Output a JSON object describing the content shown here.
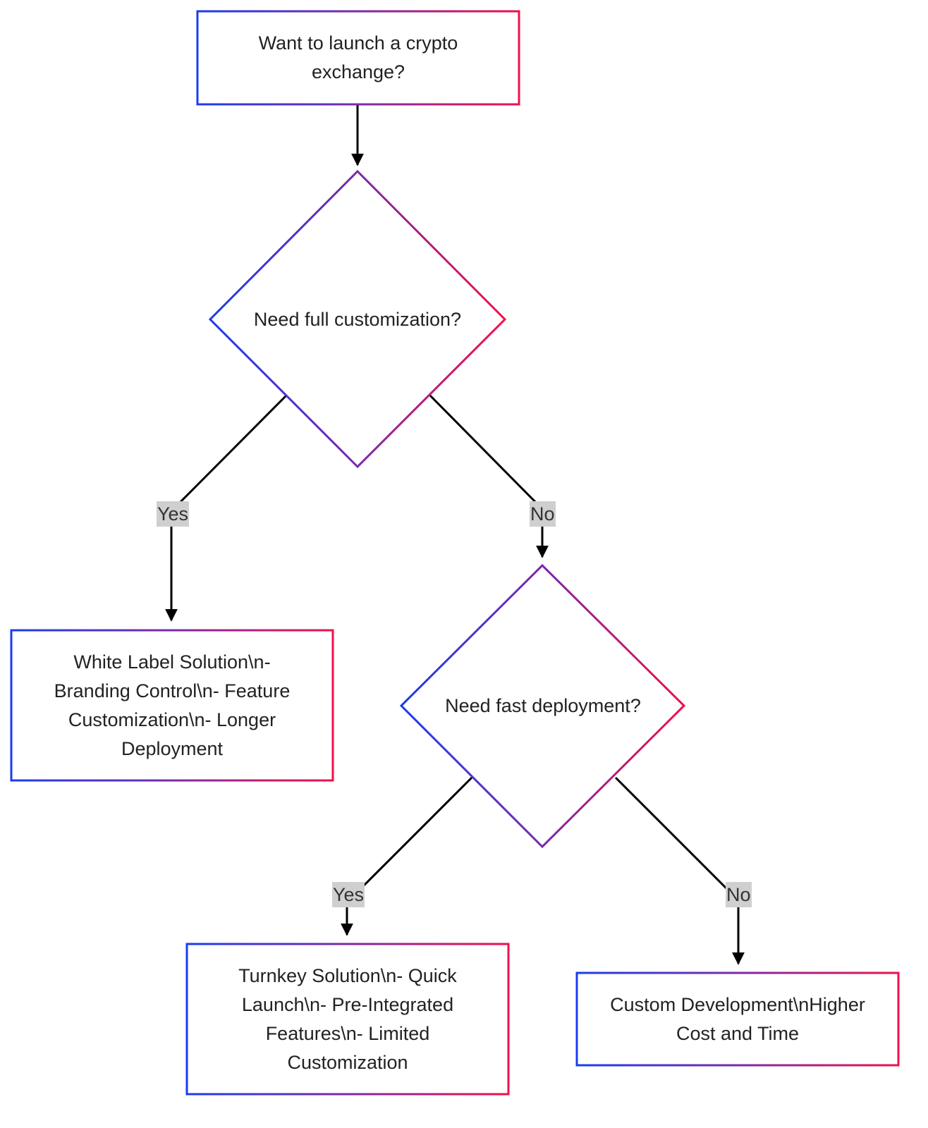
{
  "colors": {
    "gradient_start": "#1a3cf0",
    "gradient_mid": "#7b2aa8",
    "gradient_end": "#f0104a",
    "edge": "#000000",
    "label_bg": "#cfcfcf"
  },
  "nodes": {
    "start": {
      "text": "Want to launch a crypto exchange?"
    },
    "decision_customization": {
      "text": "Need full customization?"
    },
    "white_label": {
      "text": "White Label Solution\\n- Branding Control\\n- Feature Customization\\n- Longer Deployment"
    },
    "decision_fast": {
      "text": "Need fast deployment?"
    },
    "turnkey": {
      "text": "Turnkey Solution\\n- Quick Launch\\n- Pre-Integrated Features\\n- Limited Customization"
    },
    "custom_dev": {
      "text": "Custom Development\\nHigher Cost and Time"
    }
  },
  "edge_labels": {
    "customization_yes": "Yes",
    "customization_no": "No",
    "fast_yes": "Yes",
    "fast_no": "No"
  }
}
